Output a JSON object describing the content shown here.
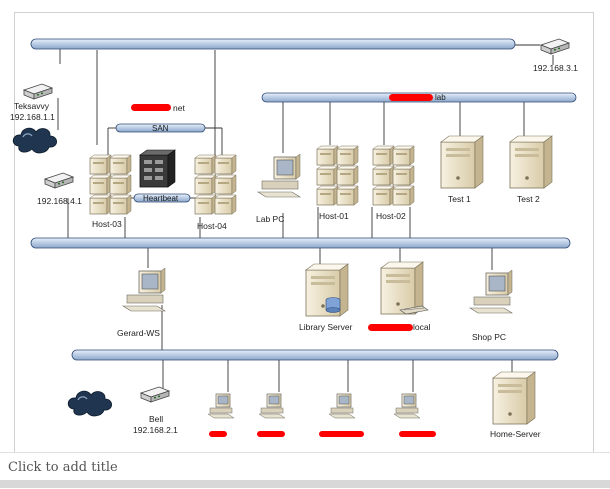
{
  "labels": {
    "teksavvy": "Teksavvy",
    "teksavvy_ip": "192.168.1.1",
    "router_top_ip": "192.168.3.1",
    "router_mid_ip": "192.168.4.1",
    "net_suffix": "net",
    "lab_suffix": "lab",
    "san": "SAN",
    "heartbeat": "Heartbeat",
    "host03": "Host-03",
    "host04": "Host-04",
    "labpc": "Lab PC",
    "host01": "Host-01",
    "host02": "Host-02",
    "test1": "Test 1",
    "test2": "Test 2",
    "gerard": "Gerard-WS",
    "library": "Library Server",
    "local_suffix": "local",
    "shoppc": "Shop PC",
    "bell": "Bell",
    "bell_ip": "192.168.2.1",
    "homeserver": "Home-Server"
  },
  "slide": {
    "title_placeholder": "Click to add title"
  },
  "colors": {
    "bus": "#b8cbe4",
    "bus_border": "#2f4a75",
    "redaction": "#ff0000",
    "cloud": "#1f3550"
  }
}
